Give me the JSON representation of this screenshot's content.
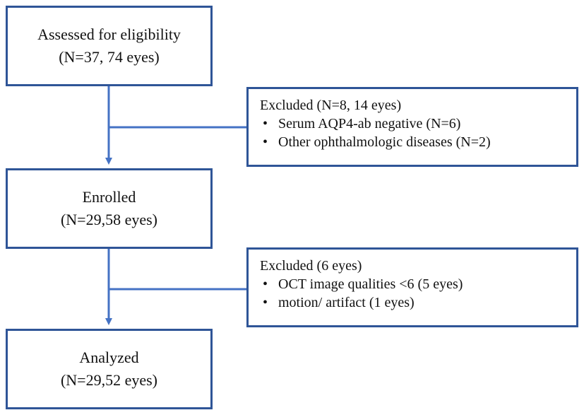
{
  "flow": {
    "assessed": {
      "line1": "Assessed for eligibility",
      "line2": "(N=37, 74 eyes)"
    },
    "excluded_1": {
      "title": "Excluded (N=8, 14 eyes)",
      "items": [
        "Serum AQP4-ab negative (N=6)",
        "Other ophthalmologic diseases (N=2)"
      ]
    },
    "enrolled": {
      "line1": "Enrolled",
      "line2": "(N=29,58 eyes)"
    },
    "excluded_2": {
      "title": "Excluded (6 eyes)",
      "items": [
        "OCT image qualities <6 (5 eyes)",
        "motion/ artifact (1 eyes)"
      ]
    },
    "analyzed": {
      "line1": "Analyzed",
      "line2": "(N=29,52 eyes)"
    },
    "bullet_symbol": "•"
  },
  "colors": {
    "box_border": "#2f5597",
    "connector": "#4472c4",
    "text": "#111111"
  }
}
